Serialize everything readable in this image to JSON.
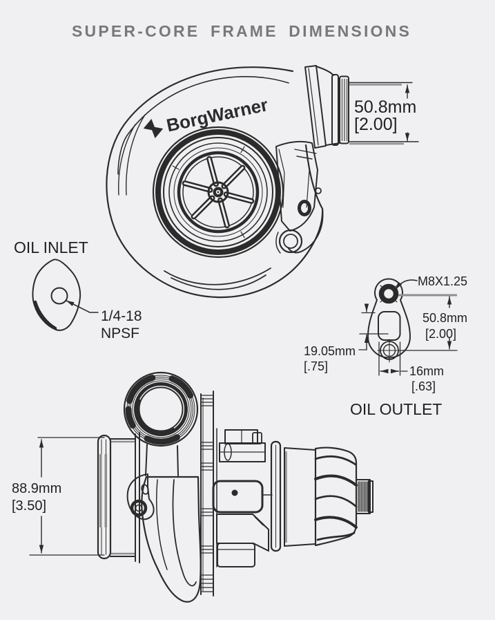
{
  "title": "SUPER-CORE FRAME DIMENSIONS",
  "brand": {
    "logo_text": "BorgWarner"
  },
  "colors": {
    "background": "#f0f0f2",
    "line": "#2b2b2b",
    "title_text": "#77787b",
    "shading": "#8f8f8f"
  },
  "front_view": {
    "compressor_outlet_dim_mm": "50.8mm",
    "compressor_outlet_dim_in": "[2.00]"
  },
  "oil_inlet": {
    "label": "OIL INLET",
    "thread_line1": "1/4-18",
    "thread_line2": "NPSF"
  },
  "oil_outlet": {
    "label": "OIL OUTLET",
    "bolt_thread": "M8X1.25",
    "bolt_spacing_mm": "50.8mm",
    "bolt_spacing_in": "[2.00]",
    "offset_mm": "19.05mm",
    "offset_in": "[.75]",
    "port_width_mm": "16mm",
    "port_width_in": "[.63]"
  },
  "side_view": {
    "inlet_flange_dia_mm": "88.9mm",
    "inlet_flange_dia_in": "[3.50]"
  }
}
